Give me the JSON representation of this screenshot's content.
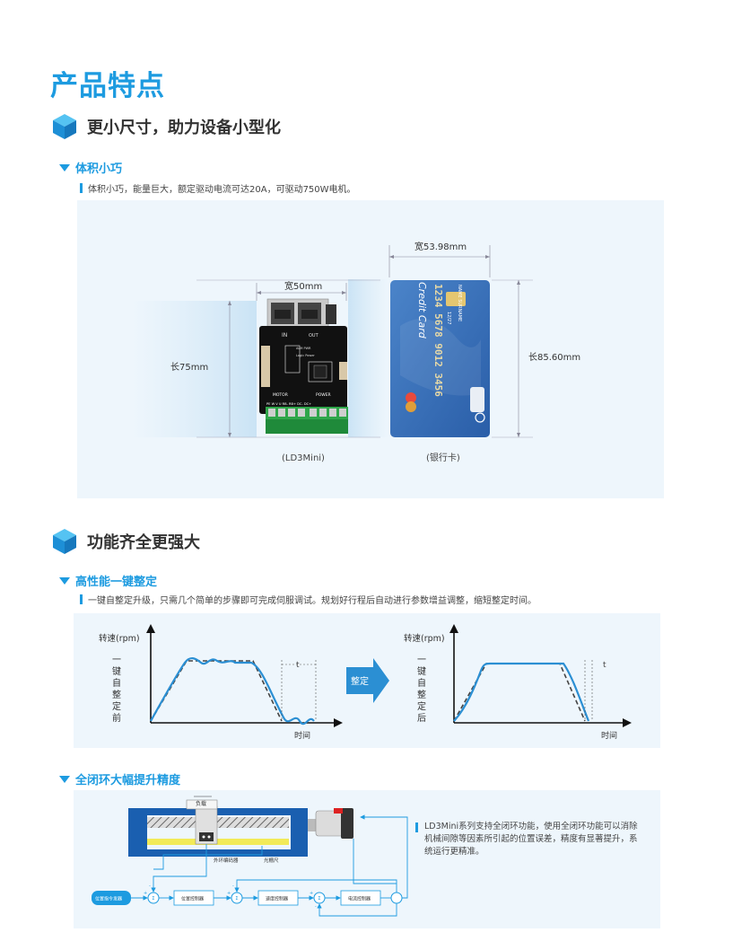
{
  "page_title": "产品特点",
  "section1": {
    "title": "更小尺寸，助力设备小型化",
    "sub_title": "体积小巧",
    "description": "体积小巧，能量巨大，额定驱动电流可达20A，可驱动750W电机。",
    "board": {
      "width_label": "宽50mm",
      "height_label": "长75mm",
      "caption": "(LD3Mini)",
      "silk": {
        "in": "IN",
        "out": "OUT",
        "logic": "Logic Power",
        "alm": "ALM PWR",
        "motor": "MOTOR",
        "power": "POWER",
        "pins": "PE  W  V  U   RB- RB+ DC- DC+"
      }
    },
    "card": {
      "width_label": "宽53.98mm",
      "height_label": "长85.60mm",
      "caption": "(银行卡)",
      "brand": "Credit Card",
      "number": "1234 5678 9012 3456",
      "name": "NAME SURNAME",
      "valid": "12/27"
    }
  },
  "section2": {
    "title": "功能齐全更强大",
    "sub_title": "高性能一键整定",
    "description": "一键自整定升级，只需几个简单的步骤即可完成伺服调试。规划好行程后自动进行参数增益调整，缩短整定时间。",
    "chart_before": {
      "y_label": "转速(rpm)",
      "x_label": "时间",
      "side_label": "一键自整定前",
      "t_label": "t"
    },
    "arrow_label": "整定",
    "chart_after": {
      "y_label": "转速(rpm)",
      "x_label": "时间",
      "side_label": "一键自整定后",
      "t_label": "t"
    },
    "closed_loop": {
      "sub_title": "全闭环大幅提升精度",
      "load_label": "负载",
      "encoder_label": "外环编码器",
      "grating_label": "光栅尺",
      "blocks": [
        "位置指令发器",
        "位置控制器",
        "速度控制器",
        "电流控制器"
      ],
      "description": "LD3Mini系列支持全闭环功能，使用全闭环功能可以消除机械间隙等因素所引起的位置误差，精度有显著提升，系统运行更精准。"
    }
  },
  "colors": {
    "accent": "#1d9be0",
    "panel": "#eef6fc",
    "curve": "#2b8fd3"
  }
}
